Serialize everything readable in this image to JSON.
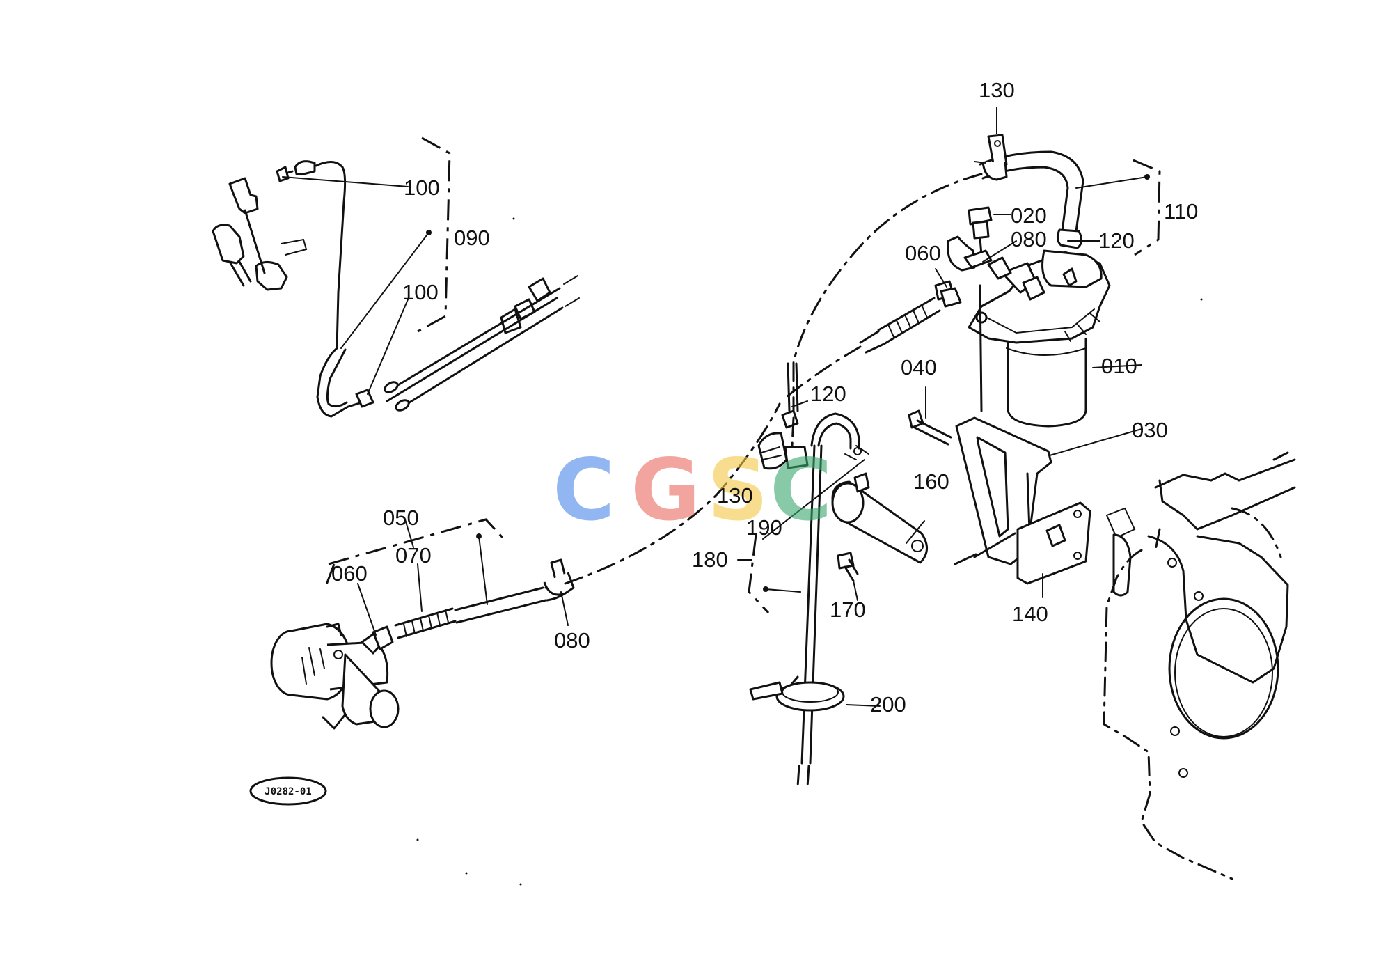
{
  "diagram_code": "J0282-01",
  "watermark": {
    "letters": [
      "C",
      "G",
      "S",
      "C"
    ],
    "colors": [
      "#4a86e8",
      "#ea6a5f",
      "#f6c744",
      "#3aa76d"
    ]
  },
  "labels": {
    "l100a": "100",
    "l090": "090",
    "l100b": "100",
    "l050": "050",
    "l070": "070",
    "l060a": "060",
    "l080a": "080",
    "l130a": "130",
    "l020": "020",
    "l080b": "080",
    "l060b": "060",
    "l110": "110",
    "l120a": "120",
    "l010": "010",
    "l040": "040",
    "l120b": "120",
    "l030": "030",
    "l130b": "130",
    "l160": "160",
    "l190": "190",
    "l180": "180",
    "l170": "170",
    "l140": "140",
    "l200": "200"
  }
}
